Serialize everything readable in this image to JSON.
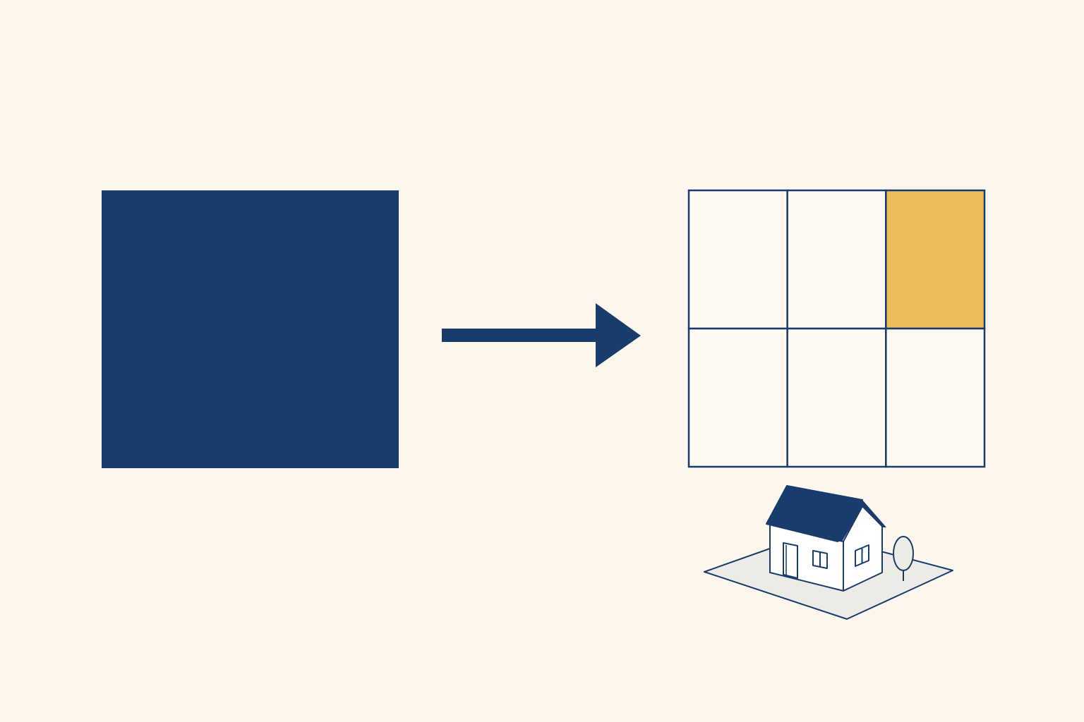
{
  "colors": {
    "background": "#fdf6ec",
    "navy": "#183c6b",
    "highlight": "#ecbc58",
    "cell_fill": "#fef9f1",
    "ground": "#ecebe6",
    "white": "#ffffff"
  },
  "diagram": {
    "source_shape": {
      "icon": "solid-square"
    },
    "transition": {
      "icon": "right-arrow"
    },
    "grid": {
      "rows": 2,
      "columns": 3,
      "highlighted_cells": [
        {
          "row": 1,
          "column": 3
        }
      ]
    },
    "parcel_illustration": {
      "icon": "house-on-parcel-icon"
    }
  }
}
